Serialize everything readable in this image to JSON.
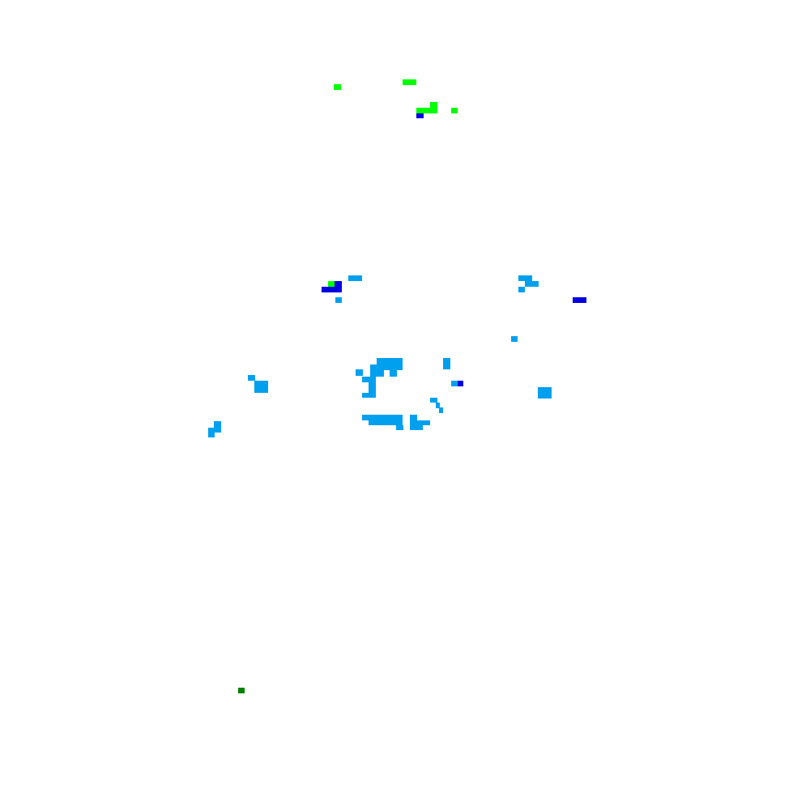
{
  "map": {
    "background": "#ffffff",
    "palette": {
      "light_blue": "#00a0ef",
      "dark_blue": "#0000e0",
      "bright_green": "#00ff00",
      "dark_green": "#008000"
    },
    "cell_grid_resolution": 8,
    "cells": [
      {
        "class": "bright_green",
        "cells": [
          [
            412,
            104,
            9,
            7
          ],
          [
            497,
            98,
            17,
            7
          ],
          [
            514,
            133,
            26,
            7
          ],
          [
            531,
            126,
            9,
            7
          ],
          [
            557,
            133,
            8,
            7
          ],
          [
            405,
            347,
            8,
            7
          ]
        ]
      },
      {
        "class": "dark_blue",
        "cells": [
          [
            514,
            140,
            9,
            6
          ],
          [
            413,
            347,
            9,
            14
          ],
          [
            397,
            354,
            16,
            7
          ],
          [
            707,
            367,
            17,
            7
          ],
          [
            564,
            470,
            8,
            7
          ]
        ]
      },
      {
        "class": "light_blue",
        "cells": [
          [
            430,
            340,
            17,
            7
          ],
          [
            640,
            340,
            17,
            7
          ],
          [
            648,
            347,
            17,
            7
          ],
          [
            640,
            354,
            8,
            7
          ],
          [
            414,
            367,
            8,
            7
          ],
          [
            631,
            415,
            8,
            7
          ],
          [
            465,
            442,
            32,
            8
          ],
          [
            457,
            450,
            40,
            7
          ],
          [
            547,
            442,
            9,
            14
          ],
          [
            439,
            456,
            9,
            8
          ],
          [
            457,
            457,
            17,
            8
          ],
          [
            481,
            457,
            9,
            8
          ],
          [
            306,
            463,
            9,
            7
          ],
          [
            447,
            465,
            17,
            7
          ],
          [
            557,
            470,
            8,
            7
          ],
          [
            314,
            470,
            17,
            15
          ],
          [
            664,
            478,
            17,
            14
          ],
          [
            455,
            472,
            9,
            13
          ],
          [
            447,
            485,
            17,
            6
          ],
          [
            531,
            491,
            9,
            6
          ],
          [
            538,
            497,
            5,
            7
          ],
          [
            542,
            503,
            5,
            7
          ],
          [
            447,
            512,
            50,
            7
          ],
          [
            506,
            512,
            9,
            7
          ],
          [
            455,
            519,
            42,
            6
          ],
          [
            506,
            519,
            25,
            6
          ],
          [
            489,
            525,
            9,
            6
          ],
          [
            506,
            525,
            16,
            6
          ],
          [
            264,
            520,
            9,
            8
          ],
          [
            257,
            528,
            16,
            6
          ],
          [
            257,
            534,
            8,
            6
          ]
        ]
      },
      {
        "class": "dark_green",
        "cells": [
          [
            294,
            849,
            8,
            7
          ]
        ]
      }
    ]
  }
}
